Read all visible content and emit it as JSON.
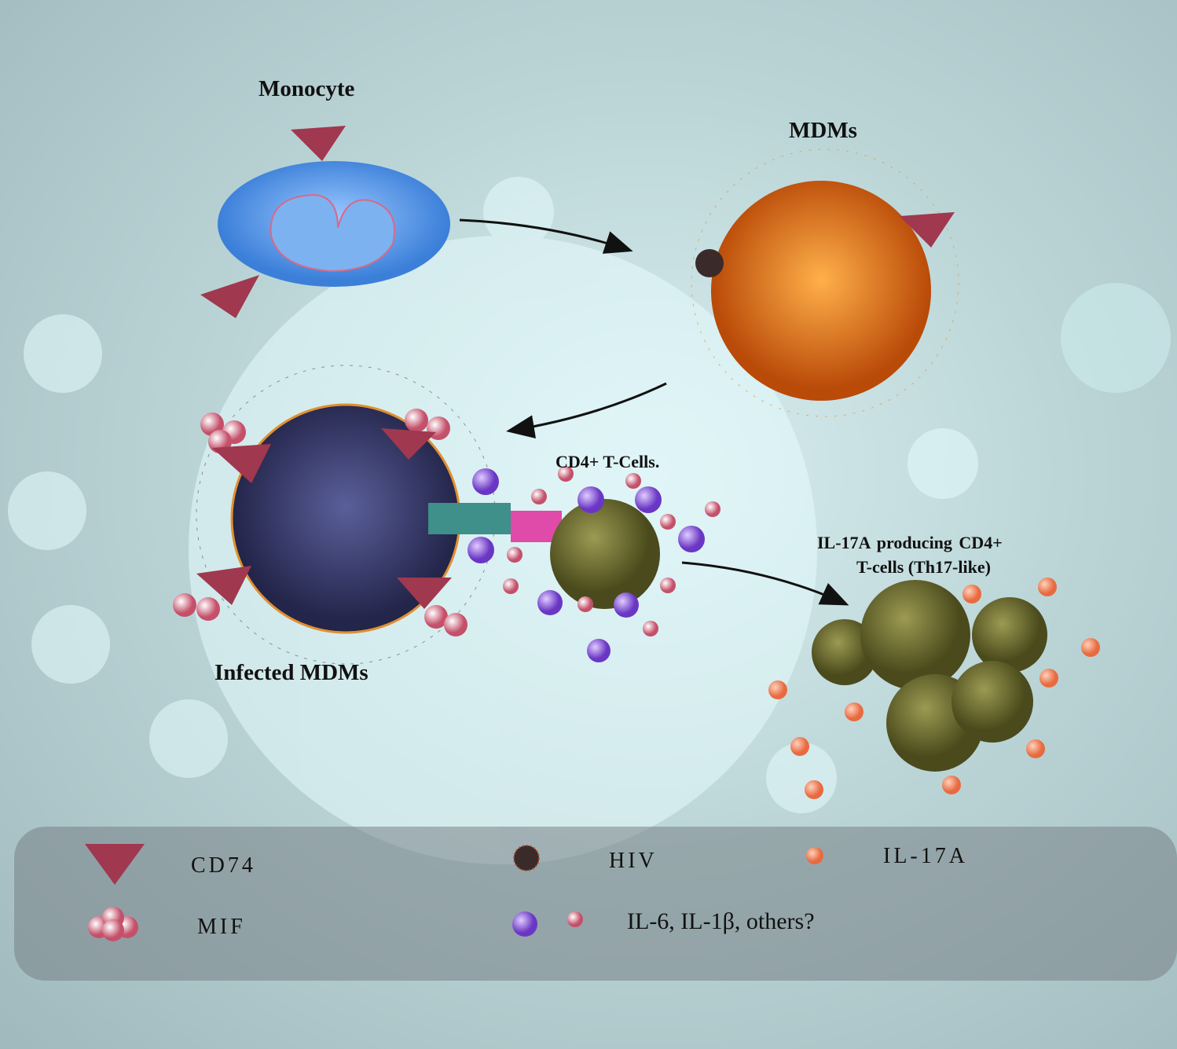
{
  "labels": {
    "monocyte": "Monocyte",
    "mdms": "MDMs",
    "infected_mdms": "Infected MDMs",
    "cd4_t_cells": "CD4+  T-Cells.",
    "th17_line1": "IL-17A  producing  CD4+",
    "th17_line2": "T-cells (Th17-like)"
  },
  "legend": {
    "cd74": "CD74",
    "mif": "MIF",
    "hiv": "HIV",
    "il17a": "IL-17A",
    "cytokines": "IL-6, IL-1β, others?"
  },
  "colors": {
    "monocyte": "#4f95e8",
    "mdm": "#e07a1a",
    "infected_mdm": "#3a3d6e",
    "t_cell": "#6b6a2e",
    "cd74": "#a0384f",
    "il17a": "#f08a66",
    "cytokine_purple": "#8b5bd6"
  }
}
